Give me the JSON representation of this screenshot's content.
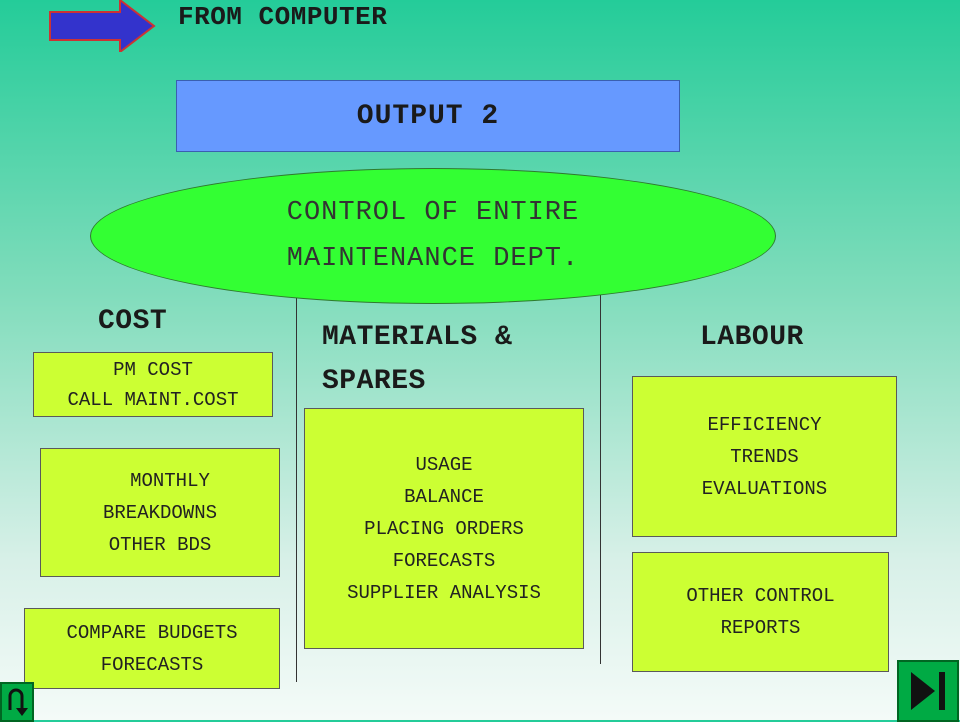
{
  "header": {
    "title": "FROM COMPUTER",
    "arrow_icon": "right-arrow-icon",
    "arrow_color": "#3333cc"
  },
  "output_box": {
    "label": "OUTPUT 2",
    "color": "#6699ff"
  },
  "ellipse": {
    "line1": "CONTROL OF ENTIRE",
    "line2": "MAINTENANCE DEPT.",
    "color": "#33ff33"
  },
  "columns": {
    "cost": {
      "heading": "COST",
      "cards": [
        [
          "PM COST",
          "CALL MAINT.COST"
        ],
        [
          "MONTHLY",
          "BREAKDOWNS",
          "OTHER BDS"
        ],
        [
          "COMPARE BUDGETS",
          "FORECASTS"
        ]
      ]
    },
    "materials": {
      "heading_line1": "MATERIALS &",
      "heading_line2": "SPARES",
      "cards": [
        [
          "USAGE",
          "BALANCE",
          "PLACING ORDERS",
          "FORECASTS",
          "SUPPLIER ANALYSIS"
        ]
      ]
    },
    "labour": {
      "heading": "LABOUR",
      "cards": [
        [
          "EFFICIENCY",
          "TRENDS",
          "EVALUATIONS"
        ],
        [
          "OTHER CONTROL",
          "REPORTS"
        ]
      ]
    }
  },
  "card_color": "#ccff33",
  "nav": {
    "back_icon": "return-u-turn-icon",
    "next_icon": "forward-skip-icon",
    "button_color": "#00aa44"
  }
}
